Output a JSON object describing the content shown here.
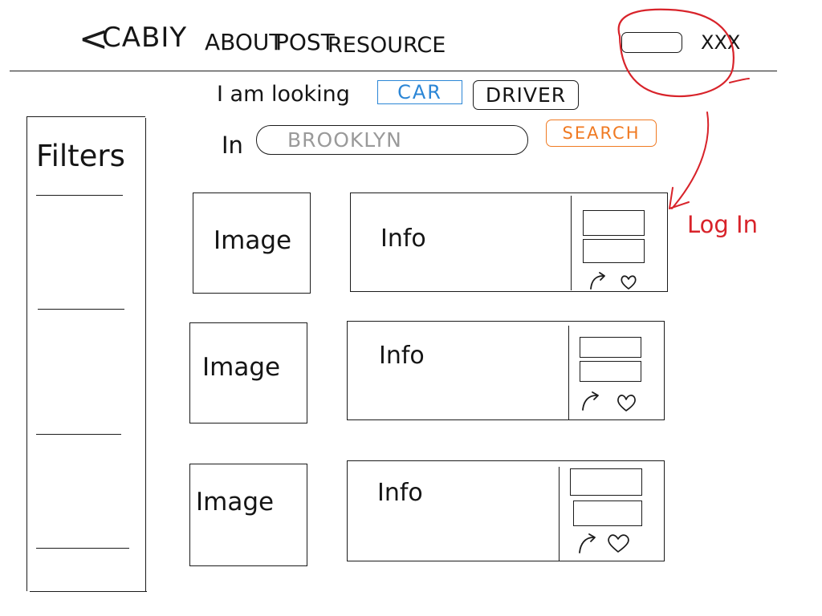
{
  "header": {
    "brand": "CABIY",
    "nav": [
      "ABOUT",
      "POST",
      "RESOURCE"
    ],
    "user_label": "XXX"
  },
  "annotation": {
    "label": "Log In",
    "color": "#d8232a"
  },
  "search": {
    "prefix": "I am looking",
    "option_car": "CAR",
    "option_driver": "DRIVER",
    "location_prefix": "In",
    "location_value": "BROOKLYN",
    "search_button": "SEARCH"
  },
  "filters": {
    "title": "Filters"
  },
  "listings": [
    {
      "image_label": "Image",
      "info_label": "Info"
    },
    {
      "image_label": "Image",
      "info_label": "Info"
    },
    {
      "image_label": "Image",
      "info_label": "Info"
    }
  ],
  "colors": {
    "car_option": "#2b86d6",
    "search_button": "#f07a22",
    "placeholder_text": "#9a9a9a",
    "annotation": "#d8232a"
  },
  "icons": {
    "back": "chevron-left-icon",
    "share": "share-arrow-icon",
    "favorite": "heart-icon"
  }
}
